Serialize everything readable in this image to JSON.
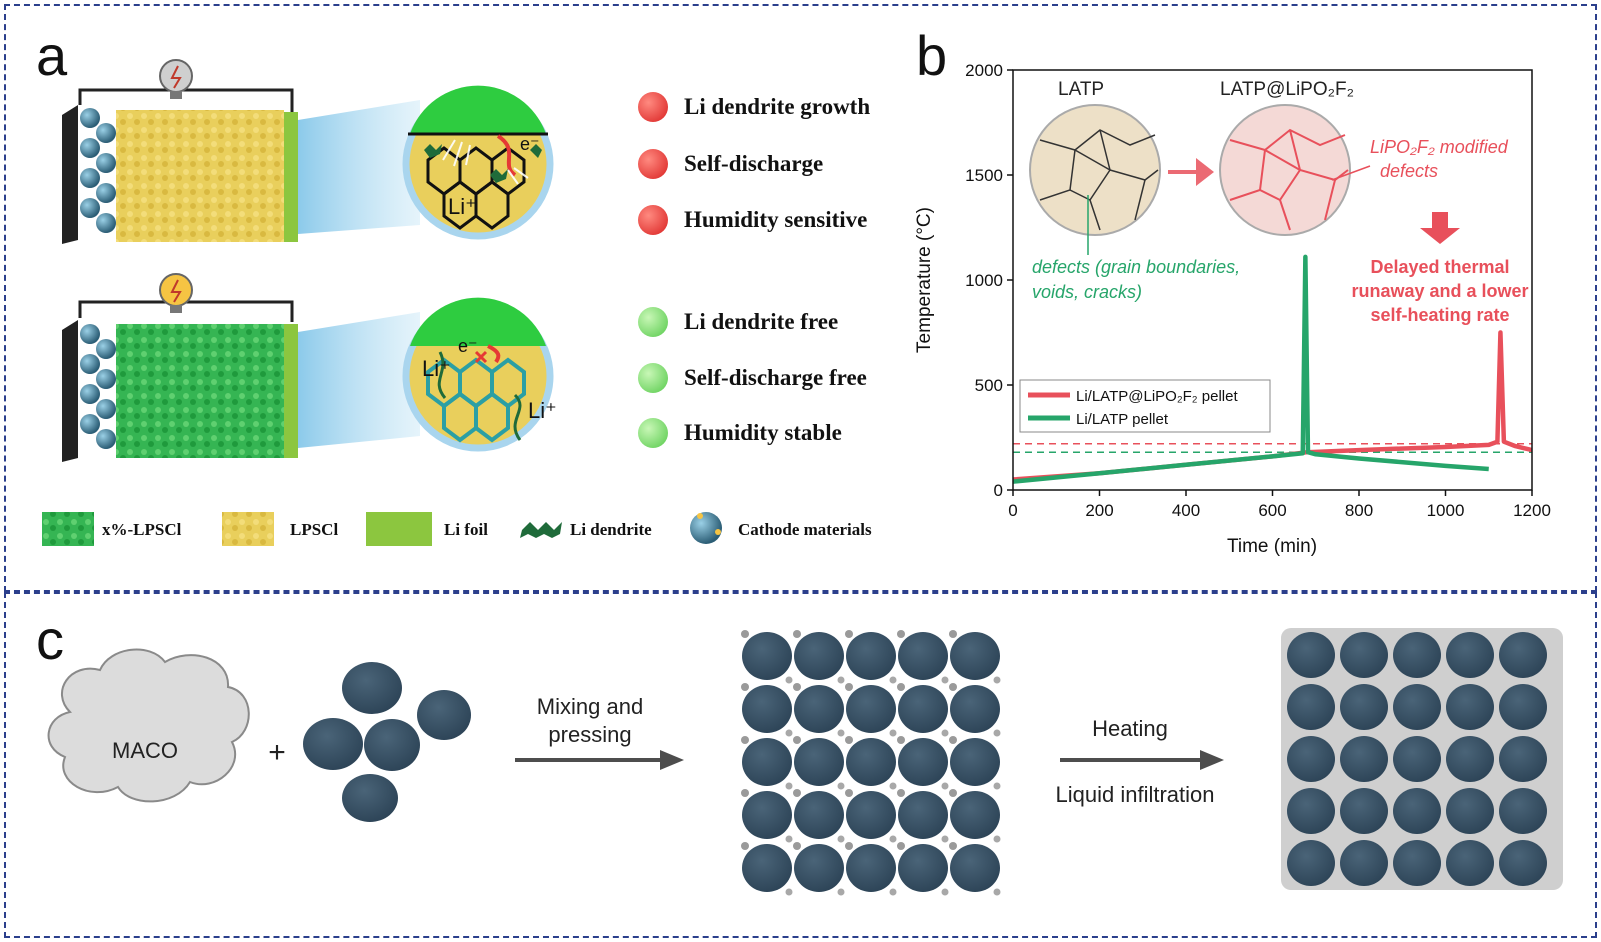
{
  "panels": {
    "a": "a",
    "b": "b",
    "c": "c"
  },
  "panel_a": {
    "status_top": [
      {
        "text": "Li dendrite growth",
        "color": "#d92020"
      },
      {
        "text": "Self-discharge",
        "color": "#d92020"
      },
      {
        "text": "Humidity sensitive",
        "color": "#d92020"
      }
    ],
    "status_bottom": [
      {
        "text": "Li dendrite free",
        "color": "#55c94a"
      },
      {
        "text": "Self-discharge free",
        "color": "#55c94a"
      },
      {
        "text": "Humidity stable",
        "color": "#55c94a"
      }
    ],
    "zoom_labels": {
      "electron_top": "e⁻",
      "li_top": "Li⁺",
      "electron_bottom": "e⁻",
      "li_bottom_1": "Li⁺",
      "li_bottom_2": "Li⁺"
    },
    "legend": [
      {
        "label": "x%-LPSCl",
        "color": "#2db34a"
      },
      {
        "label": "LPSCl",
        "color": "#e6c94a"
      },
      {
        "label": "Li foil",
        "color": "#8cc63f"
      },
      {
        "label": "Li dendrite",
        "color": "#1f6b3a"
      },
      {
        "label": "Cathode materials",
        "color": "#3c6f87"
      }
    ]
  },
  "chart_data": {
    "type": "line",
    "xlabel": "Time (min)",
    "ylabel": "Temperature (°C)",
    "xlim": [
      0,
      1200
    ],
    "ylim": [
      0,
      2000
    ],
    "xticks": [
      0,
      200,
      400,
      600,
      800,
      1000,
      1200
    ],
    "yticks": [
      0,
      500,
      1000,
      1500,
      2000
    ],
    "series": [
      {
        "name": "Li/LATP@LiPO₂F₂ pellet",
        "color": "#e8505b",
        "x": [
          0,
          200,
          400,
          600,
          680,
          800,
          1000,
          1100,
          1120,
          1127,
          1135,
          1160,
          1200
        ],
        "y": [
          50,
          80,
          120,
          160,
          180,
          190,
          205,
          215,
          230,
          750,
          230,
          210,
          190
        ]
      },
      {
        "name": "Li/LATP pellet",
        "color": "#26a56a",
        "x": [
          0,
          200,
          400,
          600,
          670,
          676,
          682,
          700,
          800,
          1000,
          1100
        ],
        "y": [
          40,
          80,
          120,
          160,
          175,
          1110,
          180,
          170,
          150,
          115,
          100
        ]
      }
    ],
    "ref_lines": [
      {
        "y": 220,
        "color": "#e8505b"
      },
      {
        "y": 180,
        "color": "#26a56a"
      }
    ],
    "legend_position": "bottom-left",
    "annotations": {
      "latp": "LATP",
      "latp_mod": "LATP@LiPO₂F₂",
      "modified_defects_1": "LiPO₂F₂ modified",
      "modified_defects_2": "defects",
      "defects_1": "defects  (grain boundaries,",
      "defects_2": "voids, cracks)",
      "delayed_1": "Delayed thermal",
      "delayed_2": "runaway and a lower",
      "delayed_3": "self-heating rate"
    }
  },
  "panel_c": {
    "maco": "MACO",
    "plus": "+",
    "step1_1": "Mixing and",
    "step1_2": "pressing",
    "step2_1": "Heating",
    "step2_2": "Liquid infiltration"
  }
}
